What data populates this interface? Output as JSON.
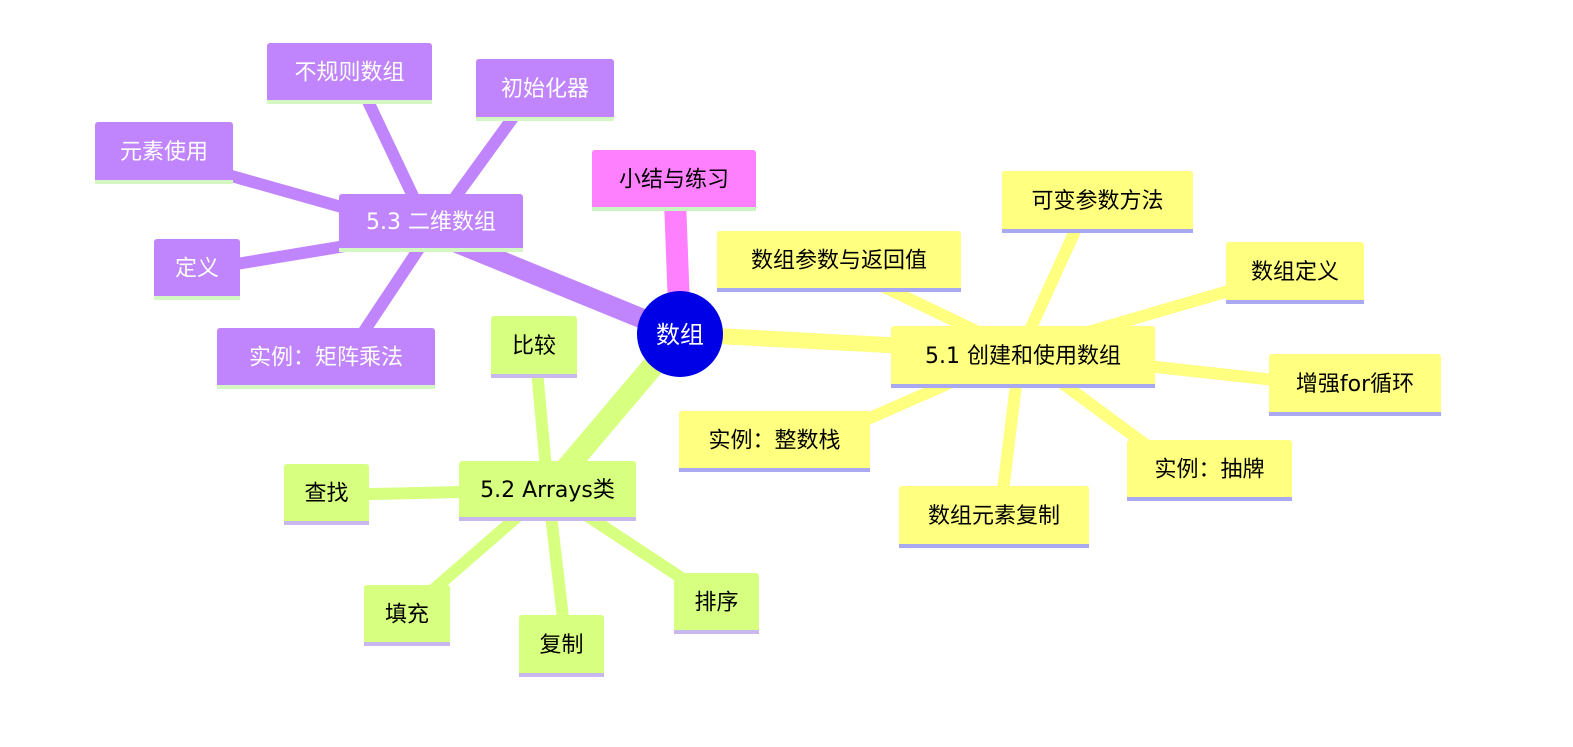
{
  "colors": {
    "root_fill": "#0000e6",
    "root_text": "#ffffff",
    "purple": "#c084fc",
    "purple_text": "#ffffff",
    "purple_underline": "#d4f7c4",
    "pink": "#ff80ff",
    "pink_text": "#000000",
    "pink_underline": "#c8f5c0",
    "yellow": "#ffff80",
    "yellow_text": "#000000",
    "yellow_underline": "#a9a9f2",
    "green": "#d7ff80",
    "green_text": "#000000",
    "green_underline": "#c9b8f0"
  },
  "mindmap": {
    "root": {
      "label": "数组"
    },
    "branches": [
      {
        "id": "arrays2d",
        "label": "5.3 二维数组",
        "color": "purple",
        "children": [
          {
            "label": "不规则数组"
          },
          {
            "label": "初始化器"
          },
          {
            "label": "元素使用"
          },
          {
            "label": "定义"
          },
          {
            "label": "实例：矩阵乘法"
          }
        ]
      },
      {
        "id": "summary",
        "label": "小结与练习",
        "color": "pink",
        "children": []
      },
      {
        "id": "create",
        "label": "5.1 创建和使用数组",
        "color": "yellow",
        "children": [
          {
            "label": "可变参数方法"
          },
          {
            "label": "数组参数与返回值"
          },
          {
            "label": "数组定义"
          },
          {
            "label": "增强for循环"
          },
          {
            "label": "实例：抽牌"
          },
          {
            "label": "数组元素复制"
          },
          {
            "label": "实例：整数栈"
          }
        ]
      },
      {
        "id": "arraysclass",
        "label": "5.2 Arrays类",
        "color": "green",
        "children": [
          {
            "label": "比较"
          },
          {
            "label": "查找"
          },
          {
            "label": "填充"
          },
          {
            "label": "复制"
          },
          {
            "label": "排序"
          }
        ]
      }
    ]
  }
}
